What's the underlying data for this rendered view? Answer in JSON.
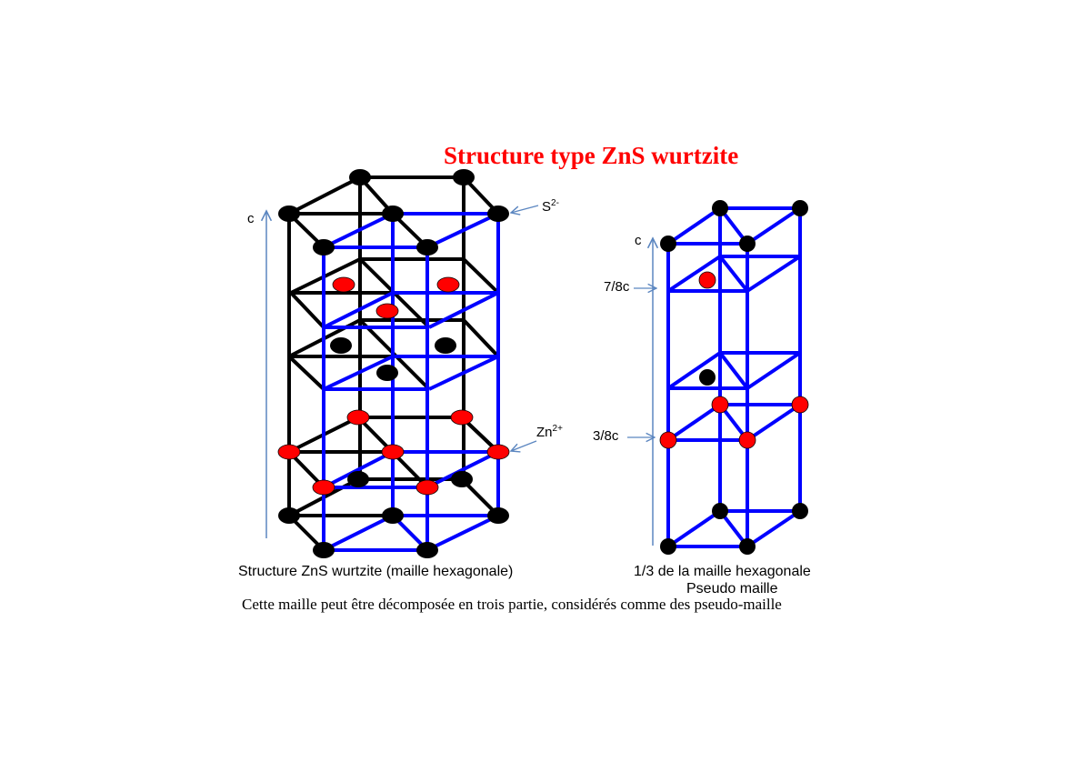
{
  "title": "Structure type ZnS wurtzite",
  "left_diagram": {
    "caption": "Structure ZnS wurtzite (maille hexagonale)",
    "axis_label": "c",
    "anion_label": "S",
    "anion_charge": "2-",
    "cation_label": "Zn",
    "cation_charge": "2+"
  },
  "right_diagram": {
    "caption_line1": "1/3 de la maille hexagonale",
    "caption_line2": "Pseudo maille",
    "axis_label": "c",
    "marker_upper": "7/8c",
    "marker_lower": "3/8c"
  },
  "footer": "Cette maille peut être décomposée en trois partie, considérés comme des pseudo-maille",
  "colors": {
    "title": "#ff0000",
    "anion": "#000000",
    "cation": "#ff0000",
    "frame_black": "#000000",
    "frame_blue": "#0000ff",
    "axis_arrow": "#5b86c0"
  }
}
